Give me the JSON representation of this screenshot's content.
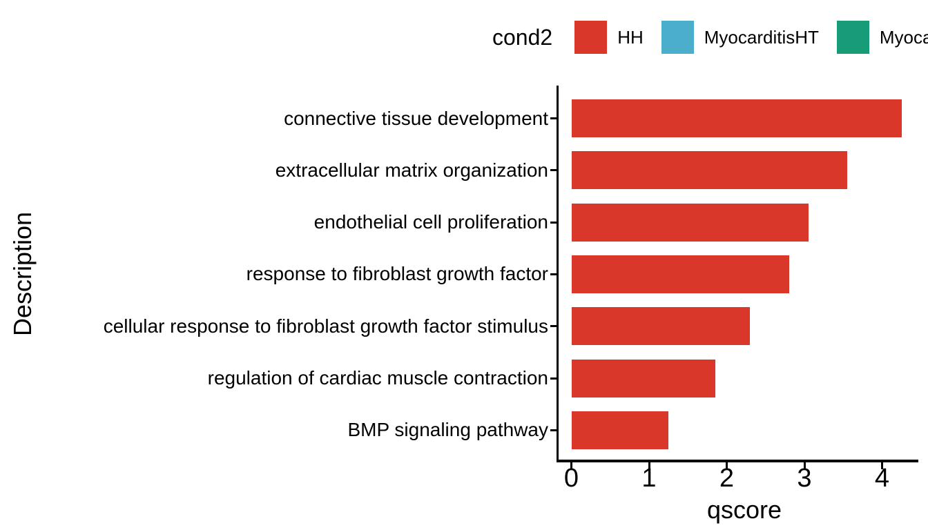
{
  "legend": {
    "title": "cond2",
    "entries": [
      {
        "label": "HH",
        "color": "#DA372B"
      },
      {
        "label": "MyocarditisHT",
        "color": "#4BAECB"
      },
      {
        "label": "Myocard",
        "color": "#179C77",
        "truncated_by_image_edge": true
      }
    ]
  },
  "chart_data": {
    "type": "bar",
    "orientation": "horizontal",
    "title": "",
    "xlabel": "qscore",
    "ylabel": "Description",
    "xlim": [
      0,
      4.47
    ],
    "x_ticks": [
      0,
      1,
      2,
      3,
      4
    ],
    "grid": "off",
    "legend_position": "top",
    "series_name": "HH",
    "bar_color": "#DA372B",
    "categories": [
      "connective tissue development",
      "extracellular matrix organization",
      "endothelial cell proliferation",
      "response to fibroblast growth factor",
      "cellular response to fibroblast growth factor stimulus",
      "regulation of cardiac muscle contraction",
      "BMP signaling pathway"
    ],
    "values": [
      4.25,
      3.55,
      3.05,
      2.8,
      2.3,
      1.85,
      1.25
    ]
  },
  "colors": {
    "axis": "#000000",
    "text": "#000000",
    "background": "#ffffff"
  }
}
